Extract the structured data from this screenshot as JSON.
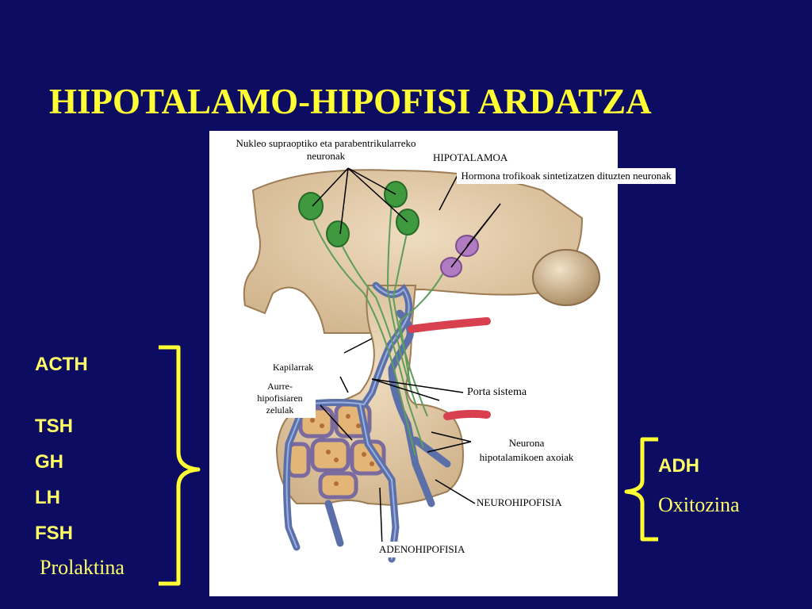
{
  "slide": {
    "title": "HIPOTALAMO-HIPOFISI ARDATZA",
    "background_color": "#0c0c62",
    "accent_color": "#ffff33"
  },
  "figure": {
    "labels": {
      "nucleus": "Nukleo supraoptiko eta parabentrikularreko neuronak",
      "hypothalamus": "HIPOTALAMOA",
      "trophic": "Hormona trofikoak sintetizatzen dituzten neuronak",
      "capillaries": "Kapilarrak",
      "anterior_cells": "Aurre-hipofisiaren zelulak",
      "portal": "Porta sistema",
      "axons": "Neurona hipotalamikoen axoiak",
      "neurohypophysis": "NEUROHIPOFISIA",
      "adenohypophysis": "ADENOHIPOFISIA"
    }
  },
  "left_group": {
    "items": [
      "ACTH",
      "TSH",
      "GH",
      "LH",
      "FSH"
    ],
    "last": "Prolaktina"
  },
  "right_group": {
    "items": [
      "ADH",
      "Oxitozina"
    ]
  }
}
